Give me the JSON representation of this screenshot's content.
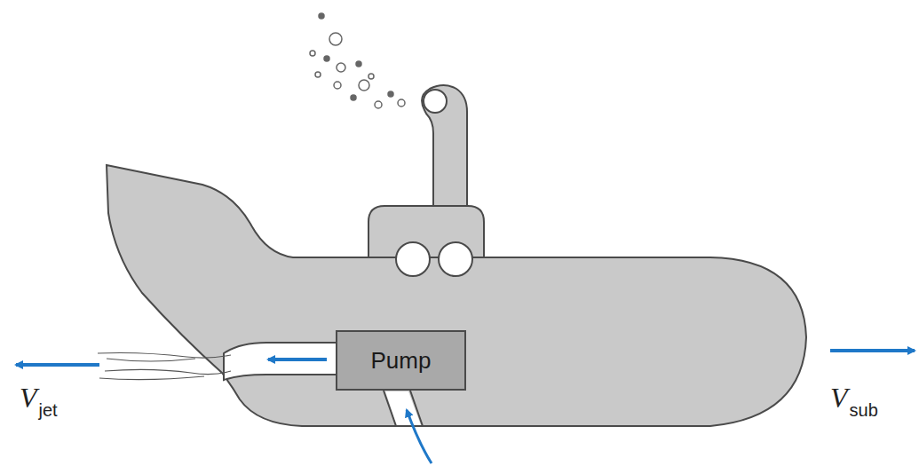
{
  "diagram": {
    "nodes": [
      {
        "text": [
          "Pump"
        ]
      }
    ],
    "labels": [
      "V",
      "jet",
      "V",
      "sub"
    ]
  }
}
